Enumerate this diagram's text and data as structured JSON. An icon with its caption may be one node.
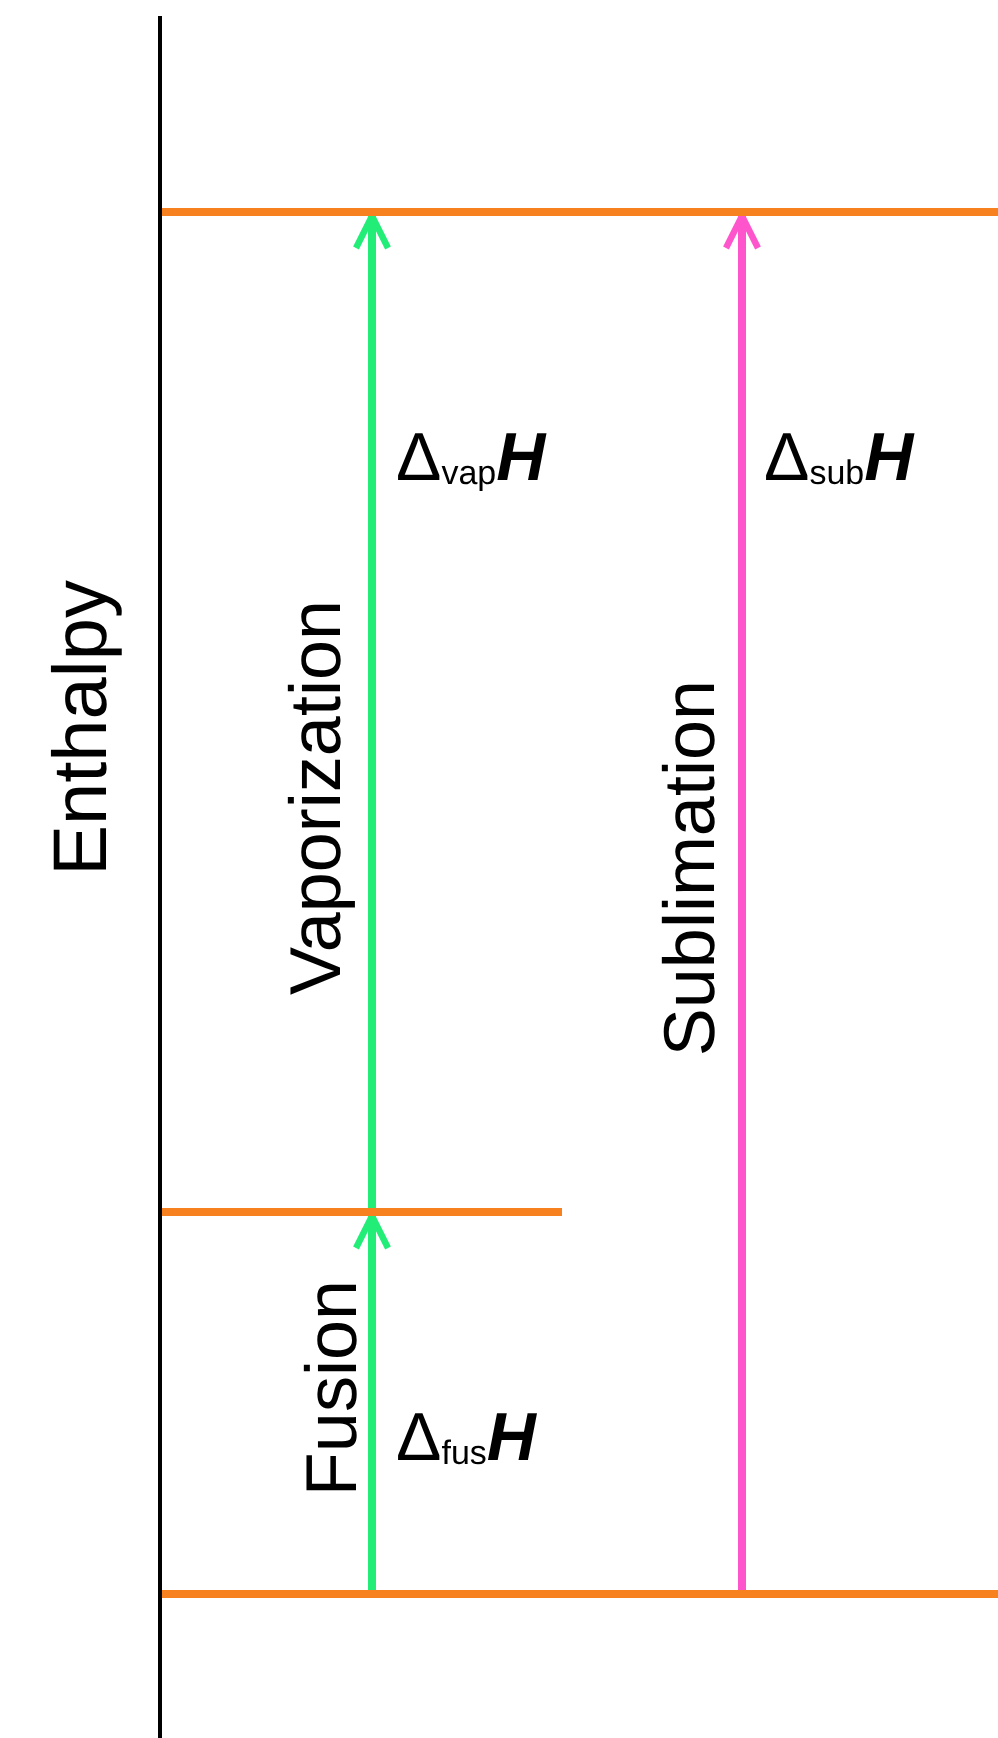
{
  "diagram": {
    "nodes": [
      {
        "text": [],
        "shape": "bar"
      },
      {
        "text": [],
        "shape": "bar"
      },
      {
        "text": [],
        "shape": "bar"
      }
    ],
    "edges": [
      {
        "from": 2,
        "to": 1,
        "arrow": "to",
        "label": "Fusion"
      },
      {
        "from": 1,
        "to": 0,
        "arrow": "to",
        "label": "Vaporization"
      },
      {
        "from": 2,
        "to": 0,
        "arrow": "to",
        "label": "Sublimation",
        "color": "#ff55cc"
      }
    ],
    "labels": [
      "Enthalpy",
      "Δ$_{vap}$*H*",
      "Δ$_{sub}$*H*",
      "Δ$_{fus}$*H*"
    ]
  }
}
